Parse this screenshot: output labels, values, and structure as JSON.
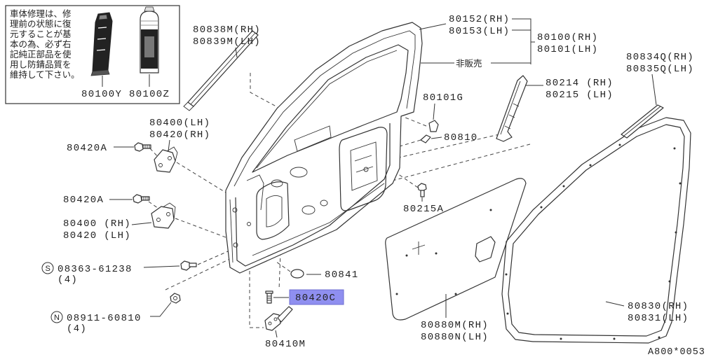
{
  "notice": {
    "lines": [
      "車体修理は、修",
      "理前の状態に復",
      "元することが基",
      "本の為、必ず右",
      "記純正部品を使",
      "用し防錆品質を",
      "維持して下さい。"
    ],
    "products": [
      {
        "part_no": "80100Y",
        "icon": "sealant-tube-icon"
      },
      {
        "part_no": "80100Z",
        "icon": "spray-can-icon"
      }
    ]
  },
  "callouts": {
    "window_outer_strip": [
      "80838M(RH)",
      "80839M(LH)"
    ],
    "door_sash": [
      "80152(RH)",
      "80153(LH)"
    ],
    "door_shell": [
      "80100(RH)",
      "80101(LH)"
    ],
    "not_for_sale": "非販売",
    "door_weatherstrip_upper": [
      "80834Q(RH)",
      "80835Q(LH)"
    ],
    "sash_corner": [
      "80214 (RH)",
      "80215 (LH)"
    ],
    "clip": "80101G",
    "pad": "80810",
    "upper_hinge": [
      "80400(LH)",
      "80420(RH)"
    ],
    "hinge_bolt_upper": "80420A",
    "hinge_bolt_lower": "80420A",
    "lower_hinge": [
      "80400 (RH)",
      "80420 (LH)"
    ],
    "striker_bolt": "80215A",
    "screw": {
      "symbol": "S",
      "part_no": "08363-61238",
      "qty": "(4)"
    },
    "plug": "80841",
    "check_bolt": "80420C",
    "nut": {
      "symbol": "N",
      "part_no": "08911-60810",
      "qty": "(4)"
    },
    "door_check": "80410M",
    "trim_panel": [
      "80880M(RH)",
      "80880N(LH)"
    ],
    "door_weatherstrip": [
      "80830(RH)",
      "80831(LH)"
    ]
  },
  "drawing_code": "A800*0053",
  "colors": {
    "highlight": "#8f8ff0",
    "line": "#333333",
    "background": "#ffffff"
  }
}
